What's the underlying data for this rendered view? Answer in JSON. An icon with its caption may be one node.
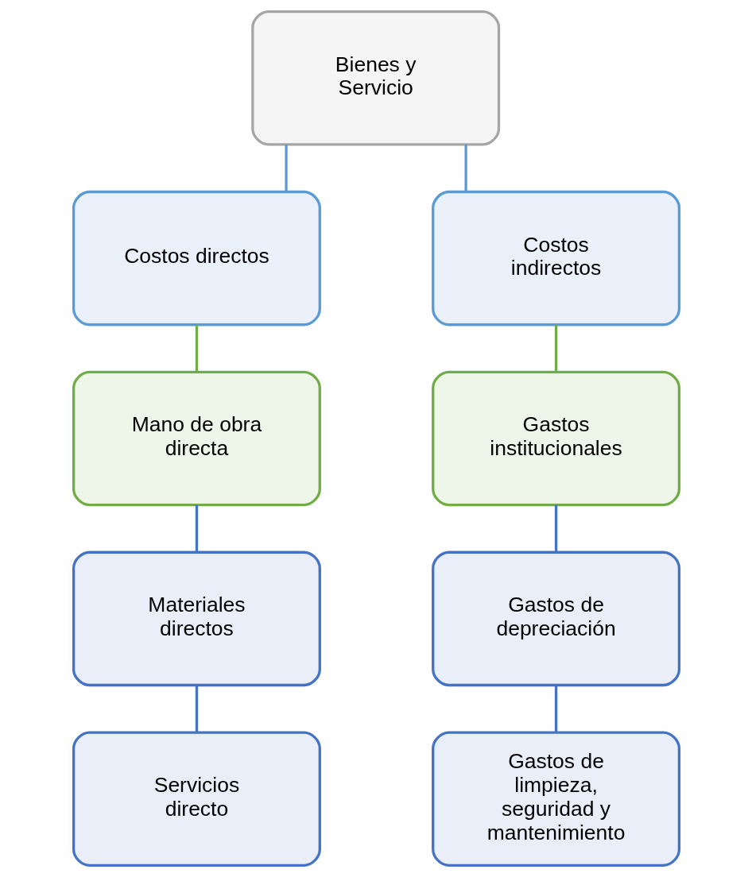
{
  "diagram": {
    "nodes": [
      {
        "text": [
          "Bienes y Servicio"
        ]
      },
      {
        "text": [
          "Costos directos"
        ]
      },
      {
        "text": [
          "Costos indirectos"
        ]
      },
      {
        "text": [
          "Mano de obra directa"
        ]
      },
      {
        "text": [
          "Gastos institucionales"
        ]
      },
      {
        "text": [
          "Materiales directos"
        ]
      },
      {
        "text": [
          "Gastos de depreciación"
        ]
      },
      {
        "text": [
          "Servicios directo"
        ]
      },
      {
        "text": [
          "Gastos de limpieza, seguridad y mantenimiento"
        ]
      }
    ],
    "edges": [
      {
        "from": 0,
        "to": 1,
        "arrow": "none",
        "color": "#5b9bd5"
      },
      {
        "from": 0,
        "to": 2,
        "arrow": "none",
        "color": "#5b9bd5"
      },
      {
        "from": 1,
        "to": 3,
        "arrow": "none",
        "color": "#70ad47"
      },
      {
        "from": 2,
        "to": 4,
        "arrow": "none",
        "color": "#70ad47"
      },
      {
        "from": 3,
        "to": 5,
        "arrow": "none"
      },
      {
        "from": 4,
        "to": 6,
        "arrow": "none"
      },
      {
        "from": 5,
        "to": 7,
        "arrow": "none"
      },
      {
        "from": 6,
        "to": 8,
        "arrow": "none"
      }
    ]
  }
}
